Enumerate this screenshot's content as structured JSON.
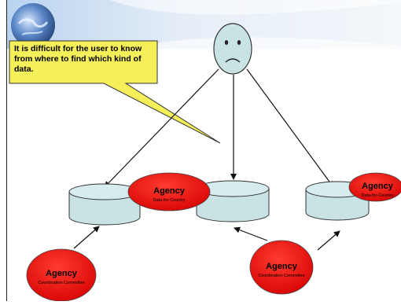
{
  "callout": {
    "lines": [
      "It is difficult for the user to know",
      "from where to find which kind of",
      "data."
    ]
  },
  "agencies": [
    {
      "title": "Agency",
      "subtitle": "Coordination Committee"
    },
    {
      "title": "Agency",
      "subtitle": "Data-for-Country"
    },
    {
      "title": "Agency",
      "subtitle": "Coordination Committee"
    },
    {
      "title": "Agency",
      "subtitle": "Data-for-Country"
    }
  ],
  "icons": {
    "globe": "globe-icon",
    "user": "sad-face-icon",
    "database": "database-icon"
  },
  "colors": {
    "callout_fill": "#f5ef5a",
    "agency_fill": "#e60000",
    "database_fill": "#c9e3e5",
    "banner": "#dbe9f6"
  }
}
